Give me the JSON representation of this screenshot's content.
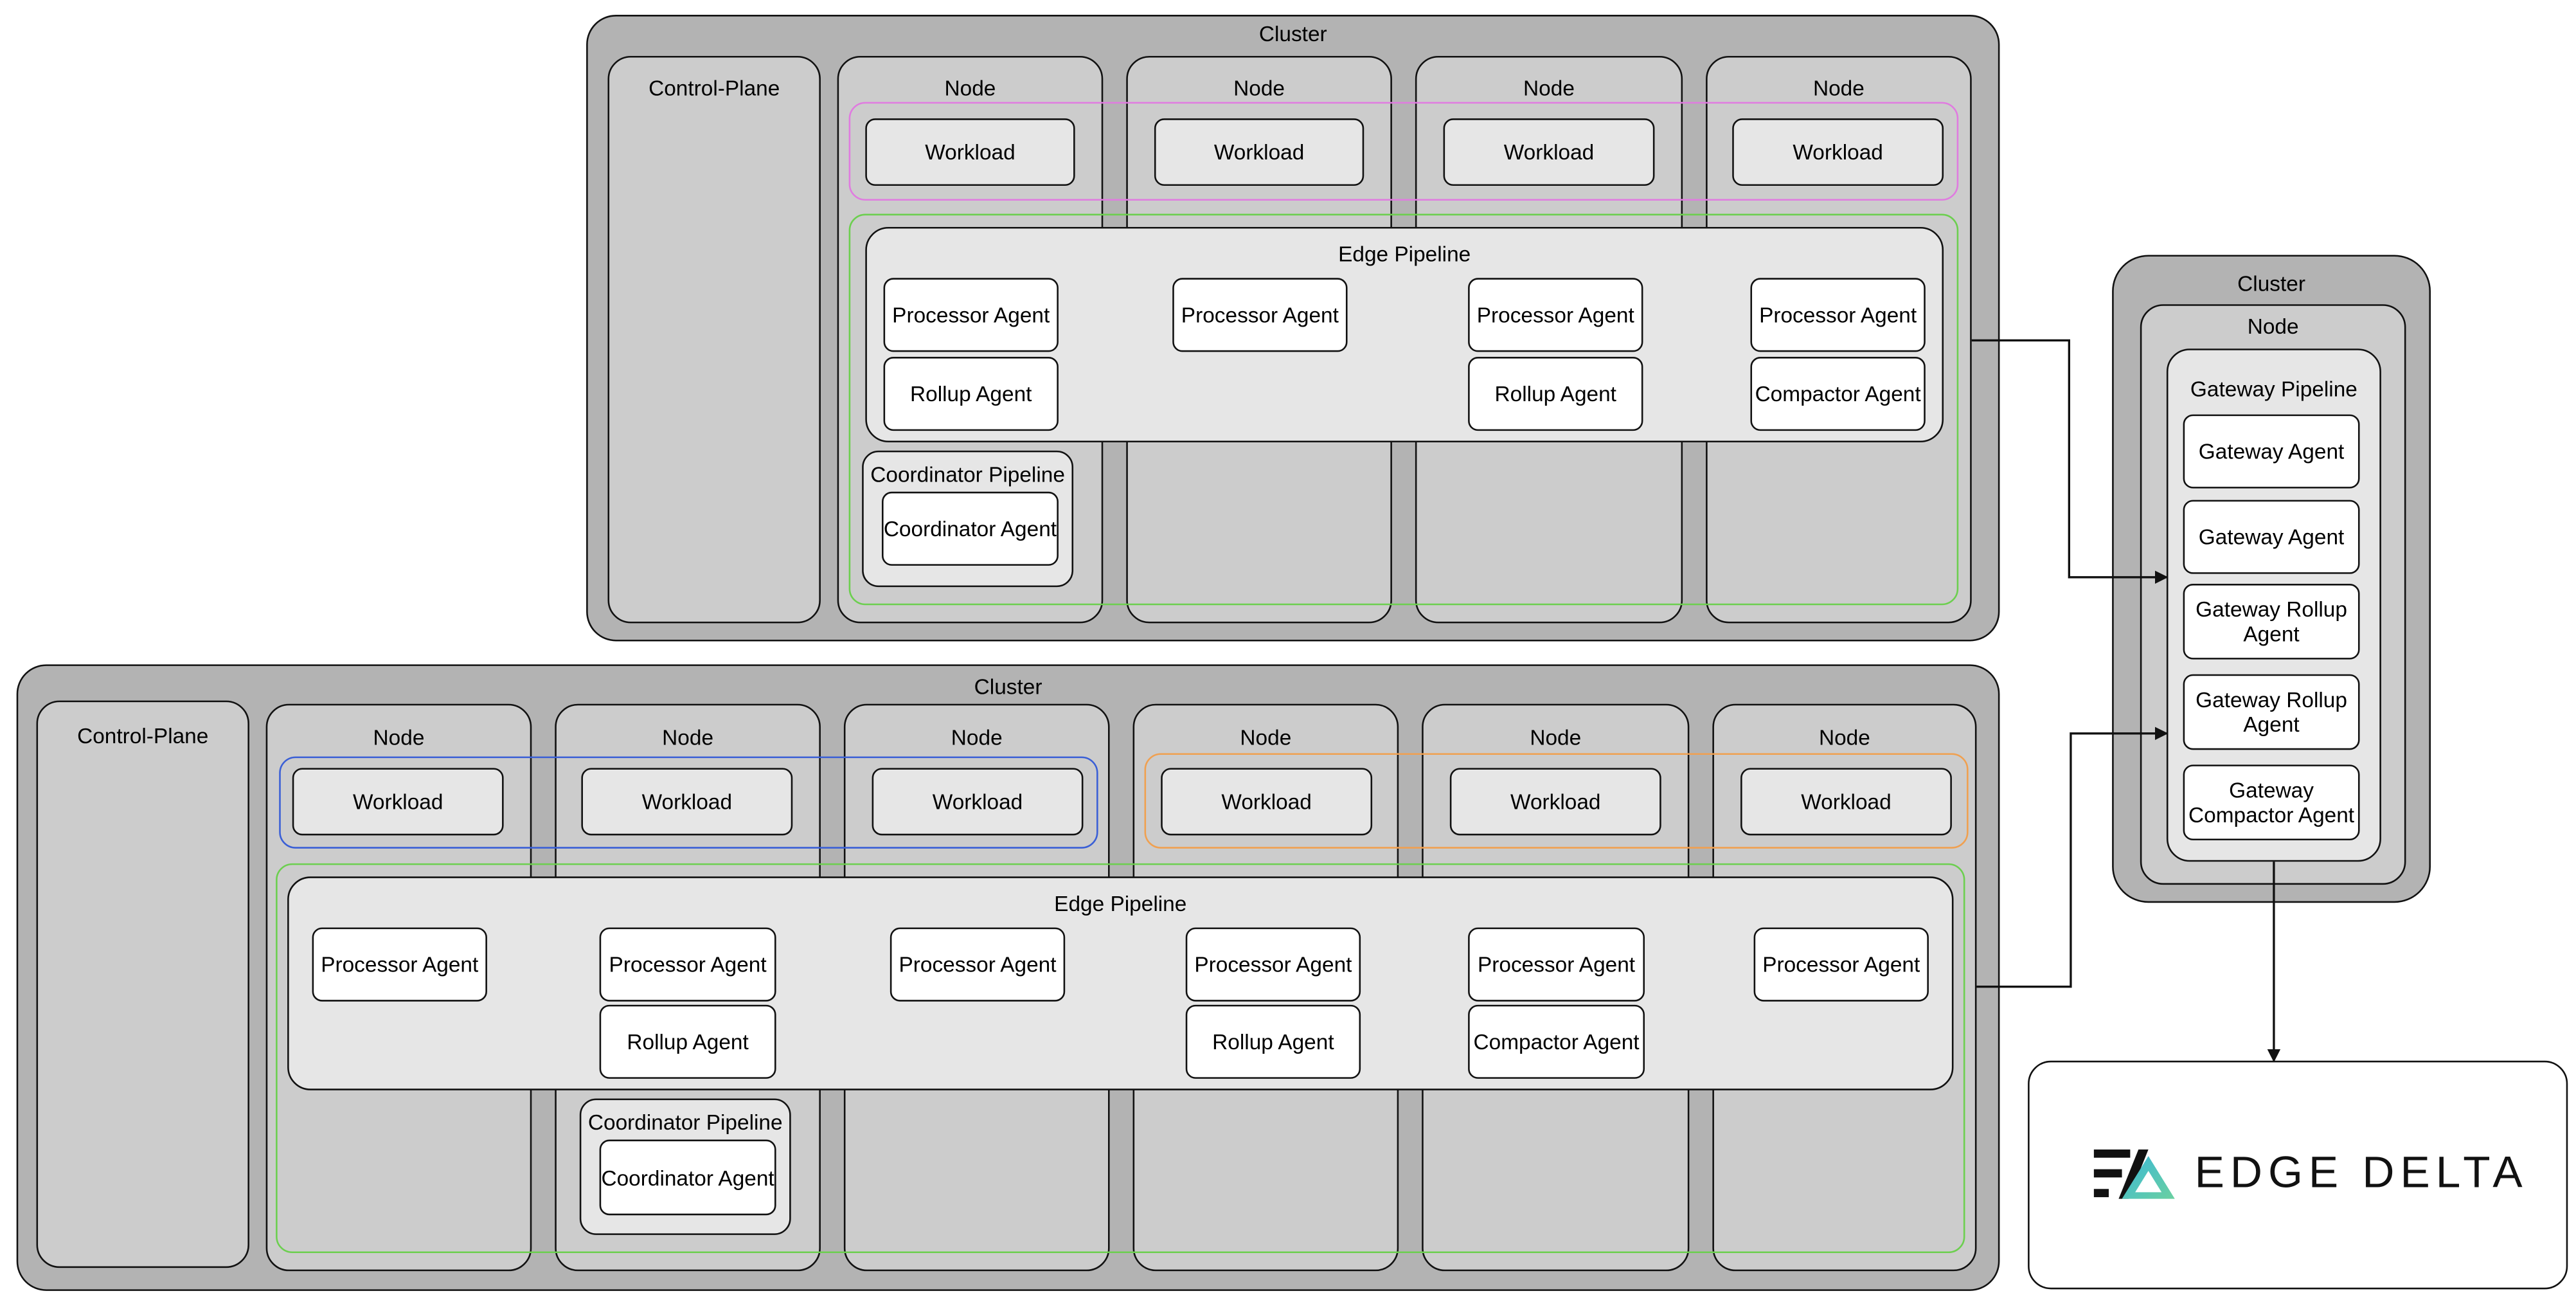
{
  "top_cluster": {
    "title": "Cluster",
    "control_plane": "Control-Plane",
    "node_labels": [
      "Node",
      "Node",
      "Node",
      "Node"
    ],
    "workloads": [
      "Workload",
      "Workload",
      "Workload",
      "Workload"
    ],
    "edge_pipeline": {
      "title": "Edge Pipeline",
      "agents": [
        "Processor Agent",
        "Rollup Agent",
        "Processor Agent",
        "Processor Agent",
        "Rollup Agent",
        "Processor Agent",
        "Compactor Agent"
      ]
    },
    "coordinator_pipeline": {
      "title": "Coordinator Pipeline",
      "agent": "Coordinator Agent"
    }
  },
  "bottom_cluster": {
    "title": "Cluster",
    "control_plane": "Control-Plane",
    "node_labels": [
      "Node",
      "Node",
      "Node",
      "Node",
      "Node",
      "Node"
    ],
    "workloads": [
      "Workload",
      "Workload",
      "Workload",
      "Workload",
      "Workload",
      "Workload"
    ],
    "edge_pipeline": {
      "title": "Edge Pipeline",
      "agents": [
        "Processor Agent",
        "Processor Agent",
        "Rollup Agent",
        "Processor Agent",
        "Processor Agent",
        "Rollup Agent",
        "Processor Agent",
        "Compactor Agent",
        "Processor Agent"
      ]
    },
    "coordinator_pipeline": {
      "title": "Coordinator Pipeline",
      "agent": "Coordinator Agent"
    }
  },
  "gateway_cluster": {
    "title": "Cluster",
    "node": "Node",
    "pipeline_title": "Gateway Pipeline",
    "agents": [
      "Gateway Agent",
      "Gateway Agent",
      "Gateway Rollup Agent",
      "Gateway Rollup Agent",
      "Gateway Compactor Agent"
    ]
  },
  "logo": {
    "text": "EDGE DELTA"
  },
  "colors": {
    "cluster_fill": "#b3b3b3",
    "node_fill": "#cccccc",
    "pipeline_fill": "#e6e6e6",
    "agent_fill": "#ffffff",
    "group_magenta": "#e07be0",
    "group_green": "#6ccf4f",
    "group_blue": "#3a5fd6",
    "group_orange": "#f0a050",
    "logo_gradient": [
      "#3ab8d8",
      "#6ad0a0"
    ]
  }
}
